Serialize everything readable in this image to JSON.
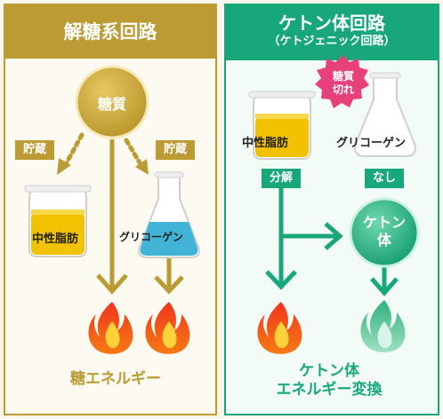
{
  "left": {
    "title": "解糖系回路",
    "source": "糖質",
    "storage_tag": "貯蔵",
    "storage_tag_2": "貯蔵",
    "beaker_label": "中性脂肪",
    "flask_label": "グリコーゲン",
    "result": "糖エネルギー"
  },
  "right": {
    "title": "ケトン体回路",
    "subtitle": "（ケトジェニック回路）",
    "badge": [
      "糖質",
      "切れ"
    ],
    "beaker_label": "中性脂肪",
    "flask_label": "グリコーゲン",
    "tag_left": "分解",
    "tag_right": "なし",
    "ketone": [
      "ケトン",
      "体"
    ],
    "result": [
      "ケトン体",
      "エネルギー変換"
    ]
  },
  "colors": {
    "gold": "#bd9b34",
    "green": "#18a77b",
    "pink": "#e8407a",
    "beaker_fill": "#f2c200",
    "flask_fill": "#40b3d6"
  }
}
